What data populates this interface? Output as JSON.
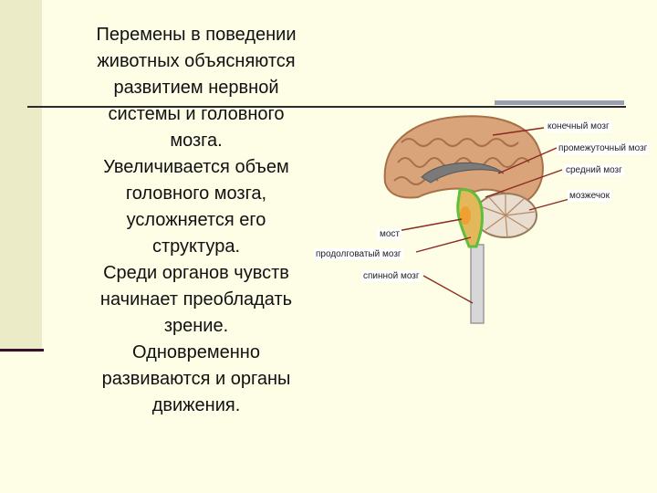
{
  "text": {
    "line1": "Перемены в поведении",
    "line2": "животных объясняются",
    "line3": "развитием нервной",
    "line4": "системы и головного",
    "line5": "мозга.",
    "line6": "Увеличивается объем",
    "line7": "головного мозга,",
    "line8": "усложняется его",
    "line9": "структура.",
    "line10": "Среди органов чувств",
    "line11": "начинает преобладать",
    "line12": "зрение.",
    "line13": "Одновременно",
    "line14": "развиваются и органы",
    "line15": "движения."
  },
  "brain_labels": {
    "forebrain": "конечный мозг",
    "diencephalon": "промежуточный мозг",
    "midbrain": "средний мозг",
    "cerebellum": "мозжечок",
    "pons": "мост",
    "medulla": "продолговатый мозг",
    "spinal_cord": "спинной мозг"
  },
  "colors": {
    "background": "#fefde6",
    "brain": "#d9a47a",
    "arrow": "#8b2a22",
    "highlight": "#5fbf3a"
  }
}
